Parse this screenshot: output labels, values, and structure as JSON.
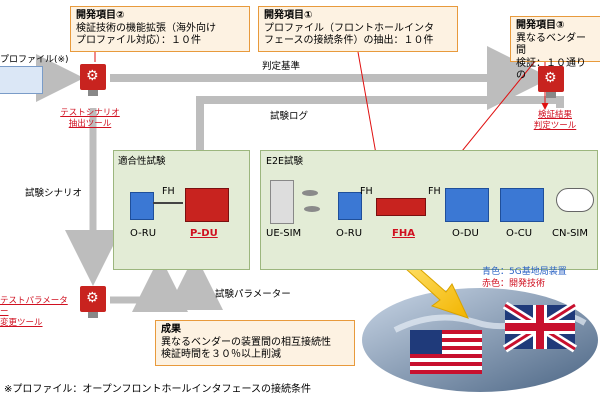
{
  "notes": {
    "item2": {
      "title": "開発項目②",
      "line1": "検証技術の機能拡張（海外向け",
      "line2": "プロファイル対応）：１０件"
    },
    "item1": {
      "title": "開発項目①",
      "line1": "プロファイル（フロントホールインタ",
      "line2": "フェースの接続条件）の抽出：１０件"
    },
    "item3": {
      "title": "開発項目③",
      "line1": "異なるベンダー間",
      "line2": "検証：１０通りの"
    },
    "result": {
      "title": "成果",
      "line1": "異なるベンダーの装置間の相互接続性",
      "line2": "検証時間を３０％以上削減"
    }
  },
  "profile_label": "プロファイル(※)",
  "tools": {
    "scenario_tool": [
      "テストシナリオ",
      "抽出ツール"
    ],
    "param_tool": [
      "テストパラメーター",
      "変更ツール"
    ],
    "judge_tool": [
      "検証結果",
      "判定ツール"
    ]
  },
  "flows": {
    "criteria": "判定基準",
    "log": "試験ログ",
    "scenario": "試験シナリオ",
    "params": "試験パラメーター"
  },
  "boxes": {
    "conformance": "適合性試験",
    "e2e": "E2E試験"
  },
  "devices": {
    "oru1": "O-RU",
    "pdu": "P-DU",
    "uesim": "UE-SIM",
    "oru2": "O-RU",
    "fha": "FHA",
    "odu": "O-DU",
    "ocu": "O-CU",
    "cnsim": "CN-SIM",
    "fh": "FH"
  },
  "legend": {
    "blue": "青色：5G基地局装置",
    "red": "赤色：開発技術"
  },
  "footnote": "※プロファイル：オープンフロントホールインタフェースの接続条件",
  "colors": {
    "red": "#c8231f",
    "blue": "#3b78d4",
    "green_box": "#e3ecd6",
    "note_bg": "#fdf2e2",
    "arrow_gray": "#bdbdbd"
  }
}
